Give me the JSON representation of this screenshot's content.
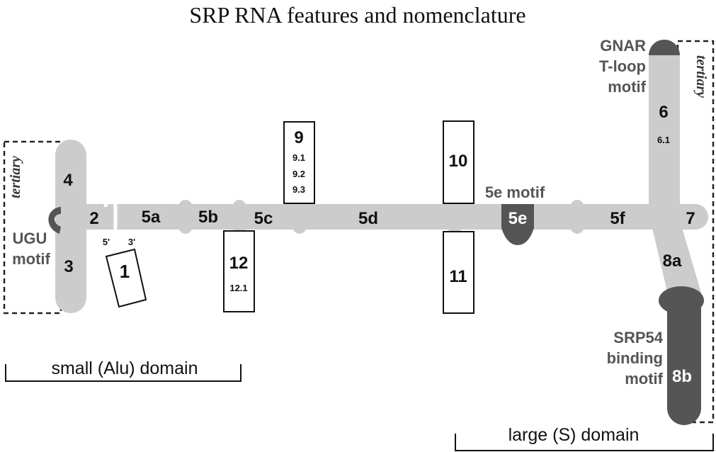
{
  "title": "SRP RNA features and nomenclature",
  "helices": {
    "h1": "1",
    "h2": "2",
    "h3": "3",
    "h4": "4",
    "h5a": "5a",
    "h5b": "5b",
    "h5c": "5c",
    "h5d": "5d",
    "h5e": "5e",
    "h5f": "5f",
    "h6": "6",
    "h6_1": "6.1",
    "h7": "7",
    "h8a": "8a",
    "h8b": "8b",
    "h9": "9",
    "h9_1": "9.1",
    "h9_2": "9.2",
    "h9_3": "9.3",
    "h10": "10",
    "h11": "11",
    "h12": "12",
    "h12_1": "12.1"
  },
  "ends": {
    "five_prime": "5'",
    "three_prime": "3'"
  },
  "motifs": {
    "ugu_line1": "UGU",
    "ugu_line2": "motif",
    "motif_5e": "5e motif",
    "gnar_line1": "GNAR",
    "gnar_line2": "T-loop",
    "gnar_line3": "motif",
    "srp54_line1": "SRP54",
    "srp54_line2": "binding",
    "srp54_line3": "motif"
  },
  "tertiary": "tertiary",
  "domains": {
    "small": "small (Alu) domain",
    "large": "large (S) domain"
  },
  "colors": {
    "stem": "#cccccc",
    "motif_dark": "#555555",
    "motif_label": "#555555"
  }
}
